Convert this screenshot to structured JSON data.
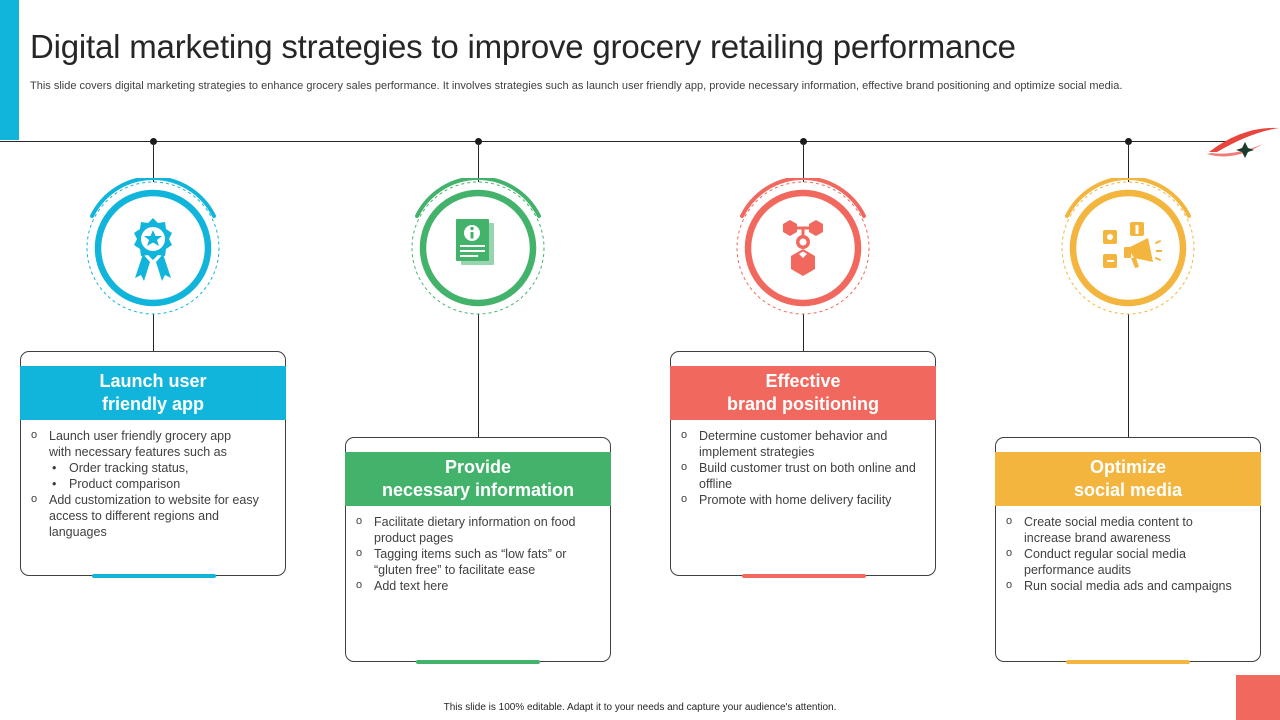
{
  "header": {
    "title": "Digital marketing strategies to improve grocery retailing performance",
    "subtitle": "This slide covers digital marketing strategies to enhance grocery sales performance. It involves strategies such as launch user friendly app, provide necessary information, effective brand positioning and optimize social media."
  },
  "colors": {
    "blue": "#11b5dc",
    "green": "#43b36b",
    "red": "#f1685e",
    "yellow": "#f3b53e"
  },
  "strategies": [
    {
      "icon": "award-badge-icon",
      "title_line1": "Launch user",
      "title_line2": "friendly app",
      "bullets": [
        "Launch user friendly grocery app with necessary features such as",
        "Add customization to website for easy access to different regions and languages"
      ],
      "sub_bullets": [
        "Order tracking status,",
        "Product comparison"
      ]
    },
    {
      "icon": "info-document-icon",
      "title_line1": "Provide",
      "title_line2": "necessary information",
      "bullets": [
        "Facilitate dietary information  on food product pages",
        "Tagging items such as “low fats” or “gluten free” to facilitate ease",
        "Add text here"
      ]
    },
    {
      "icon": "brand-positioning-icon",
      "title_line1": "Effective",
      "title_line2": "brand positioning",
      "bullets": [
        "Determine customer behavior  and implement strategies",
        "Build customer trust on both online and offline",
        "Promote with home delivery facility"
      ]
    },
    {
      "icon": "social-megaphone-icon",
      "title_line1": "Optimize",
      "title_line2": "social media",
      "bullets": [
        "Create social media content to increase brand awareness",
        "Conduct regular social media performance  audits",
        "Run social media ads and campaigns"
      ]
    }
  ],
  "footer": {
    "text": "This slide is 100% editable.  Adapt it to your needs and capture your audience's attention."
  }
}
